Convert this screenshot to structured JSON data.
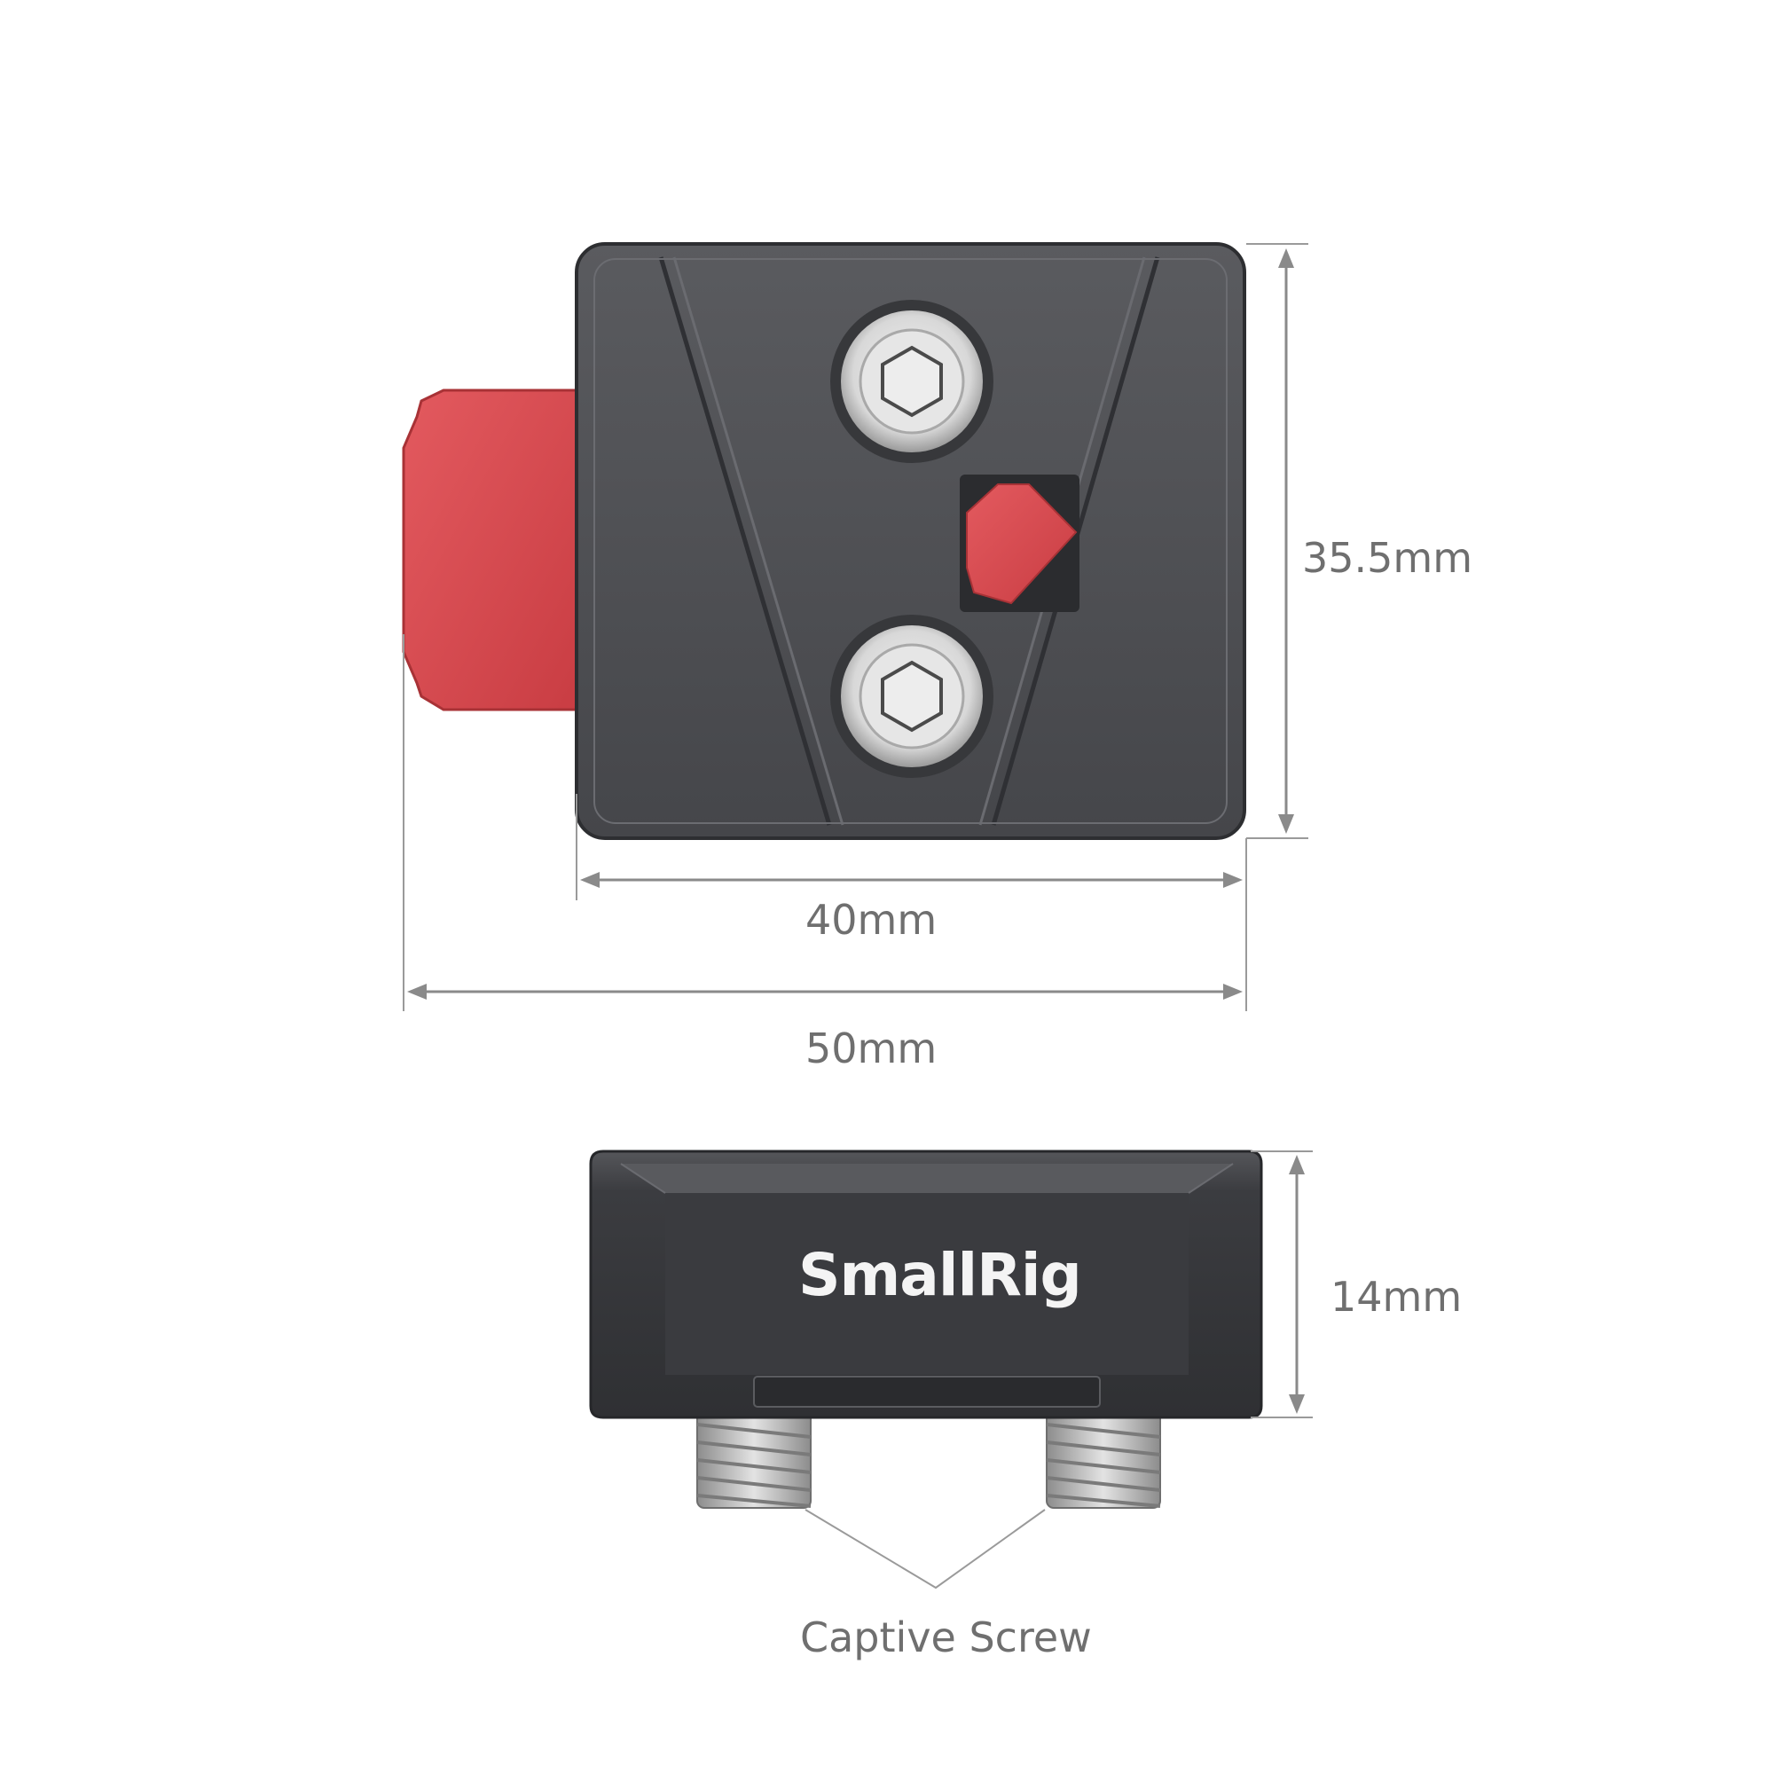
{
  "dimensions": {
    "height": "35.5mm",
    "plate_width": "40mm",
    "overall_width": "50mm",
    "thickness": "14mm"
  },
  "brand": "SmallRig",
  "callout": "Captive Screw",
  "colors": {
    "body": "#4e4f53",
    "body_dark": "#36373a",
    "body_face": "#46474b",
    "lever_red": "#d94a4f",
    "dimension_line": "#8a8a8a",
    "dimension_text": "#6f6f6f",
    "screw_silver": "#c9c9c9"
  },
  "icons": [
    "hex-socket-screw-icon",
    "arrowhead-icon",
    "thread-screw-icon"
  ]
}
